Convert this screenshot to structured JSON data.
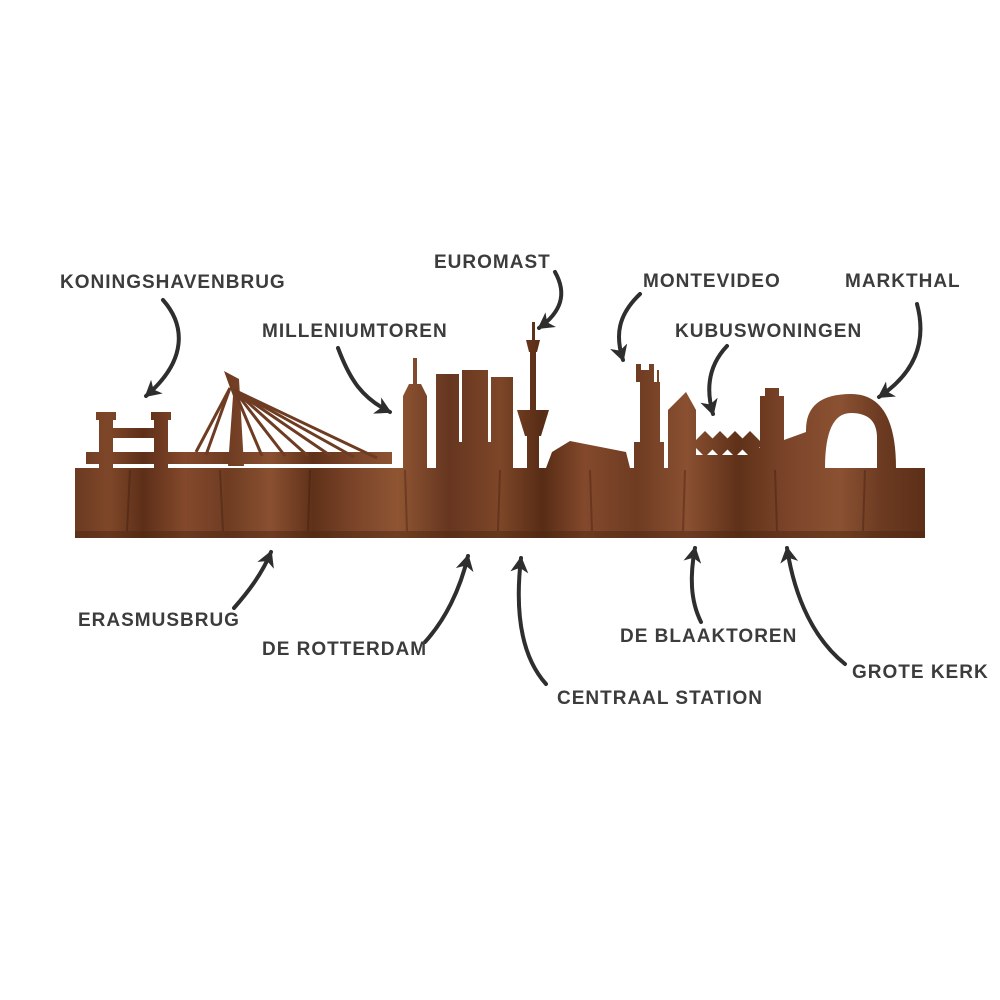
{
  "annotations": {
    "koningshavenbrug": "KONINGSHAVENBRUG",
    "milleniumtoren": "MILLENIUMTOREN",
    "euromast": "EUROMAST",
    "montevideo": "MONTEVIDEO",
    "kubuswoningen": "KUBUSWONINGEN",
    "markthal": "MARKTHAL",
    "erasmusbrug": "ERASMUSBRUG",
    "de_rotterdam": "DE ROTTERDAM",
    "centraal_station": "CENTRAAL STATION",
    "de_blaaktoren": "DE BLAAKTOREN",
    "grote_kerk": "GROTE KERK"
  },
  "colors": {
    "background": "#ffffff",
    "wood_dark": "#5d2f18",
    "wood_mid": "#7c452a",
    "wood_light": "#8f5533",
    "arrow": "#2e2e2e",
    "label_text": "#3c3c3c"
  }
}
